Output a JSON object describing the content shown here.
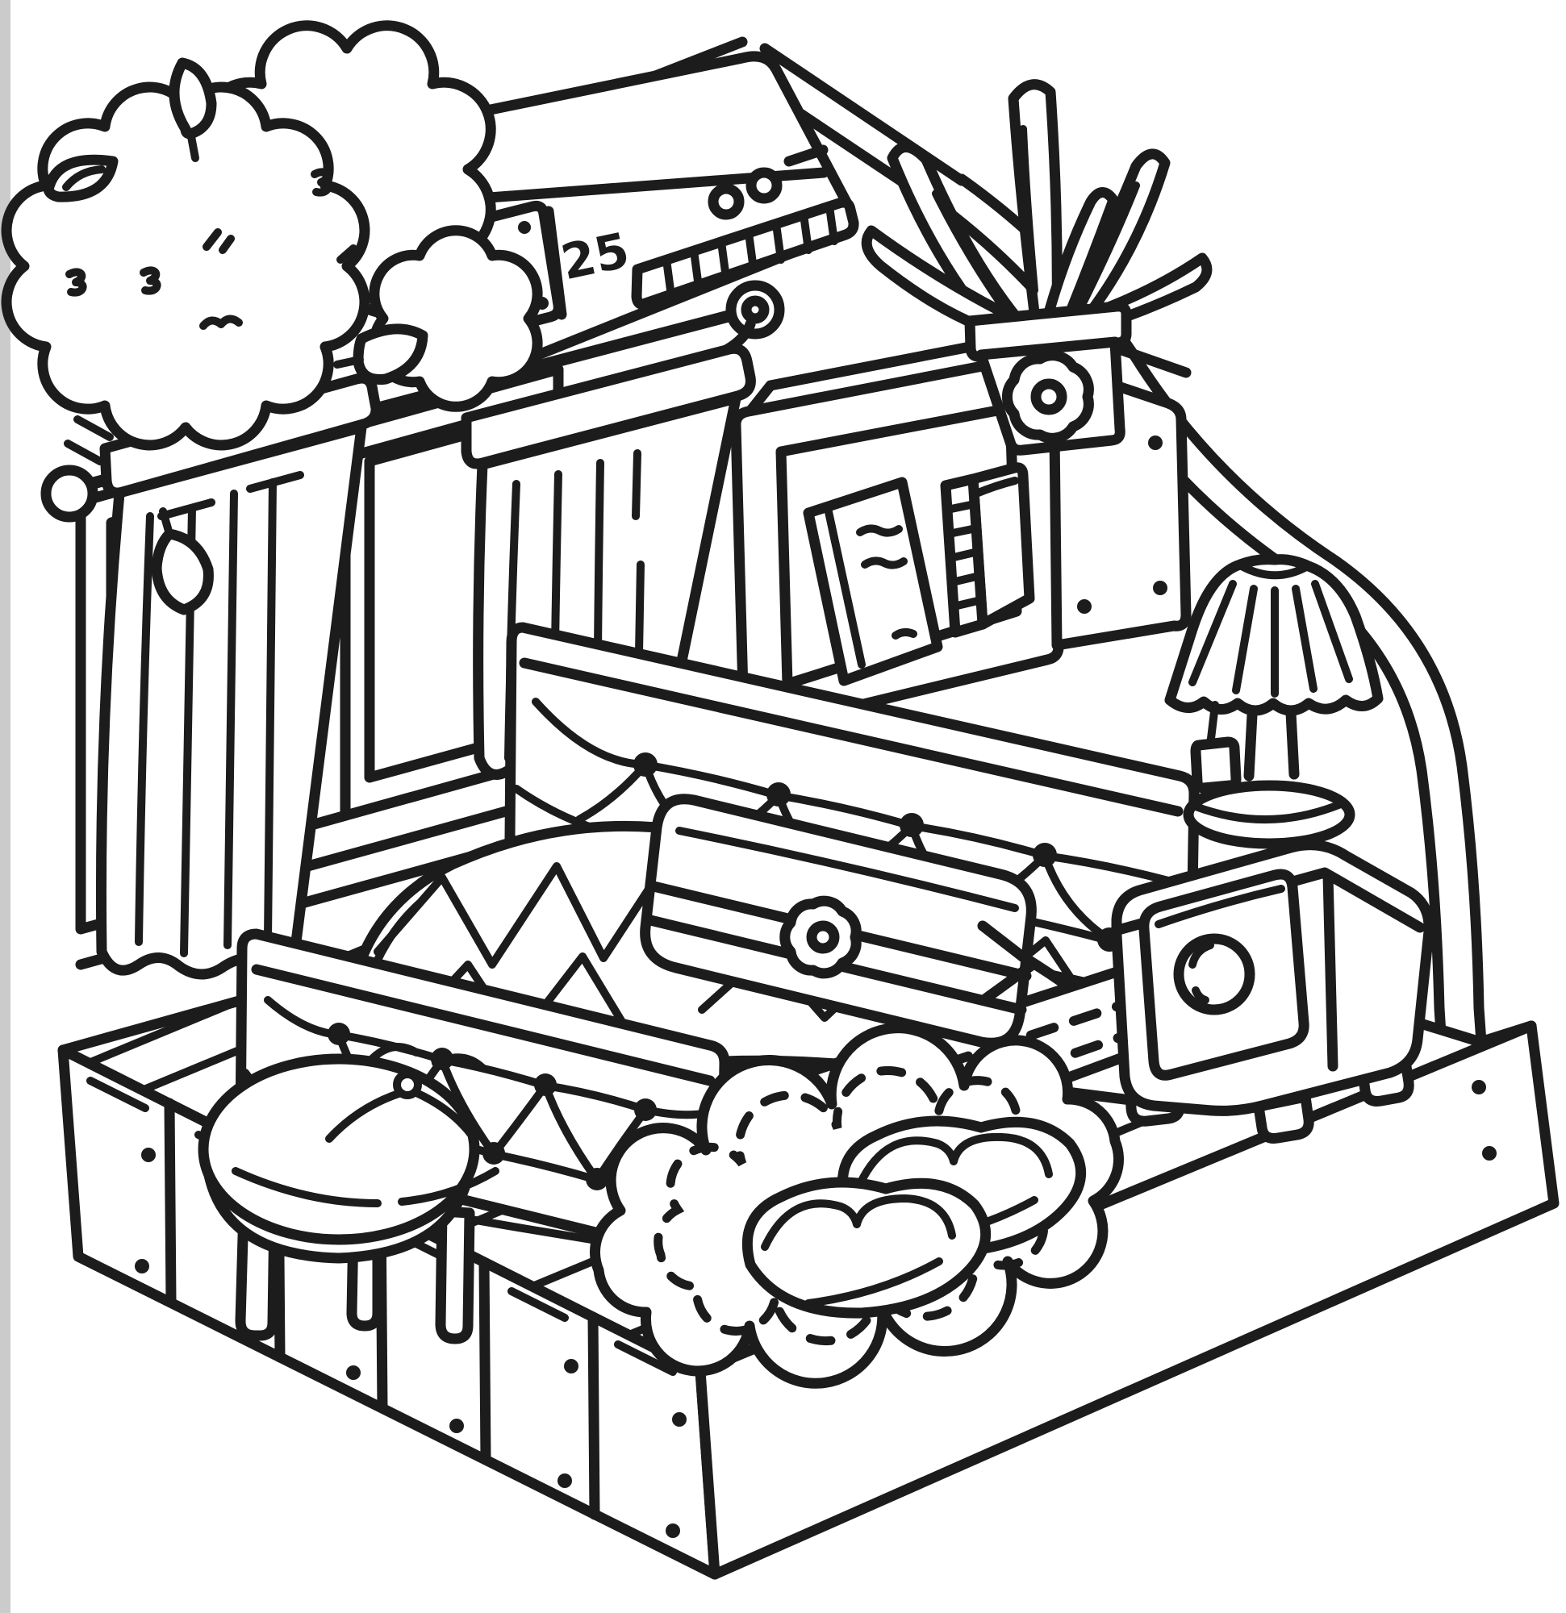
{
  "page": {
    "background_color": "#ffffff",
    "ink_color": "#1c1c1c",
    "scan_edge_color": "#c2c2c2"
  },
  "illustration": {
    "type": "coloring-book line art",
    "scene": "isometric bedroom cutaway",
    "ac_display_value": "25",
    "elements": [
      "air-conditioner",
      "bush",
      "leaves",
      "ceiling-beams",
      "curved-wall",
      "window",
      "curtain-rod",
      "left-curtain",
      "right-curtain",
      "wall-shelf",
      "leaning-book",
      "striped-book",
      "potted-plant",
      "table-lamp",
      "nightstand",
      "headboard",
      "blanket",
      "mattress",
      "footboard",
      "pillow",
      "stool",
      "rug",
      "slippers",
      "plank-floor"
    ]
  }
}
